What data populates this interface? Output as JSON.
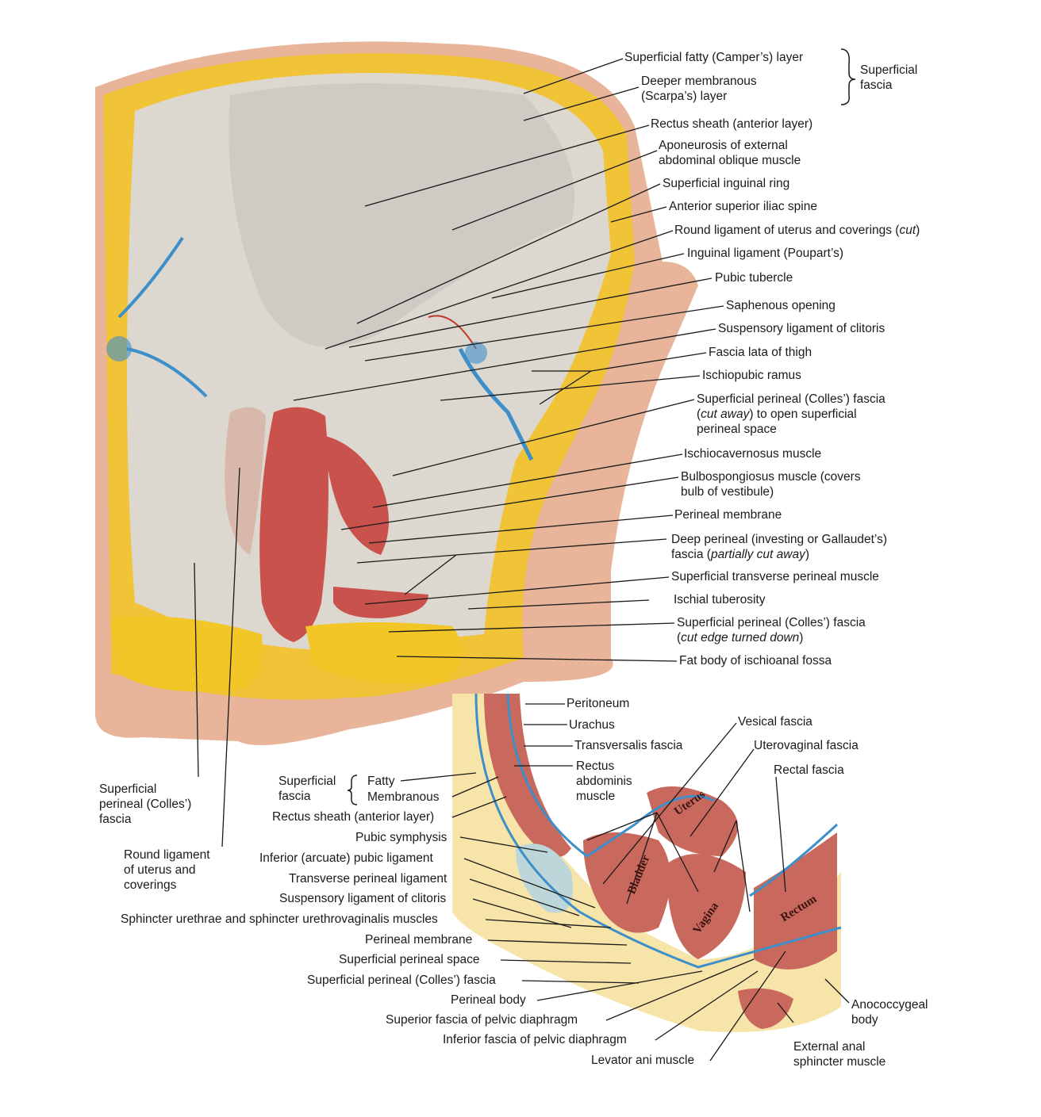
{
  "top_labels": {
    "superficial_fatty": "Superficial fatty (Camper’s) layer",
    "deeper_membranous_1": "Deeper membranous",
    "deeper_membranous_2": "(Scarpa’s) layer",
    "superficial_fascia_group_1": "Superficial",
    "superficial_fascia_group_2": "fascia",
    "rectus_sheath": "Rectus sheath (anterior layer)",
    "aponeurosis_1": "Aponeurosis of external",
    "aponeurosis_2": "abdominal oblique muscle",
    "superficial_inguinal_ring": "Superficial inguinal ring",
    "anterior_superior_iliac_spine": "Anterior superior iliac spine",
    "round_ligament_main": "Round ligament of uterus and coverings (",
    "round_ligament_cut": "cut",
    "round_ligament_end": ")",
    "inguinal_ligament": "Inguinal ligament (Poupart’s)",
    "pubic_tubercle": "Pubic tubercle",
    "saphenous_opening": "Saphenous opening",
    "suspensory_ligament": "Suspensory ligament of clitoris",
    "fascia_lata": "Fascia lata of thigh",
    "ischiopubic_ramus": "Ischiopubic ramus",
    "colles_1": "Superficial perineal (Colles’) fascia",
    "colles_2_paren": "(",
    "colles_2_cut": "cut away",
    "colles_2_rest": ") to open superficial",
    "colles_3": "perineal space",
    "ischiocavernosus": "Ischiocavernosus muscle",
    "bulbospongiosus_1": "Bulbospongiosus muscle (covers",
    "bulbospongiosus_2": "bulb of vestibule)",
    "perineal_membrane": "Perineal membrane",
    "deep_perineal_1": "Deep perineal (investing or Gallaudet’s)",
    "deep_perineal_2a": "fascia (",
    "deep_perineal_2b": "partially cut away",
    "deep_perineal_2c": ")",
    "superficial_transverse": "Superficial transverse perineal muscle",
    "ischial_tuberosity": "Ischial tuberosity",
    "colles_turned_1": "Superficial perineal (Colles’) fascia",
    "colles_turned_2a": "(",
    "colles_turned_2b": "cut edge turned down",
    "colles_turned_2c": ")",
    "fat_body": "Fat body of ischioanal fossa"
  },
  "left_labels": {
    "colles_left_1": "Superficial",
    "colles_left_2": "perineal (Colles’)",
    "colles_left_3": "fascia",
    "round_left_1": "Round ligament",
    "round_left_2": "of uterus and",
    "round_left_3": "coverings"
  },
  "sagittal_labels": {
    "peritoneum": "Peritoneum",
    "urachus": "Urachus",
    "transversalis": "Transversalis fascia",
    "rectus_abd_1": "Rectus",
    "rectus_abd_2": "abdominis",
    "rectus_abd_3": "muscle",
    "vesical_fascia": "Vesical fascia",
    "uterovaginal_fascia": "Uterovaginal fascia",
    "rectal_fascia": "Rectal fascia",
    "superficial_fascia_1": "Superficial",
    "superficial_fascia_2": "fascia",
    "fatty": "Fatty",
    "membranous": "Membranous",
    "rectus_sheath": "Rectus sheath (anterior layer)",
    "pubic_symphysis": "Pubic symphysis",
    "inferior_arcuate": "Inferior (arcuate) pubic ligament",
    "transverse_perineal_lig": "Transverse perineal ligament",
    "suspensory_clitoris": "Suspensory ligament of clitoris",
    "sphincter_urethrae": "Sphincter urethrae and sphincter urethrovaginalis muscles",
    "perineal_membrane": "Perineal membrane",
    "superficial_perineal_space": "Superficial perineal space",
    "colles": "Superficial perineal (Colles’) fascia",
    "perineal_body": "Perineal body",
    "superior_fascia_pd": "Superior fascia of pelvic diaphragm",
    "inferior_fascia_pd": "Inferior fascia of pelvic diaphragm",
    "levator_ani": "Levator ani muscle",
    "external_anal_1": "External anal",
    "external_anal_2": "sphincter muscle",
    "anococcygeal_1": "Anococcygeal",
    "anococcygeal_2": "body",
    "organ_uterus": "Uterus",
    "organ_bladder": "Bladder",
    "organ_vagina": "Vagina",
    "organ_rectum": "Rectum"
  },
  "colors": {
    "skin": "#e8b59a",
    "fat": "#f2c626",
    "fascia": "#d9d4cc",
    "muscle": "#c9524c",
    "vein": "#3d8fc9",
    "artery": "#c0392b"
  }
}
